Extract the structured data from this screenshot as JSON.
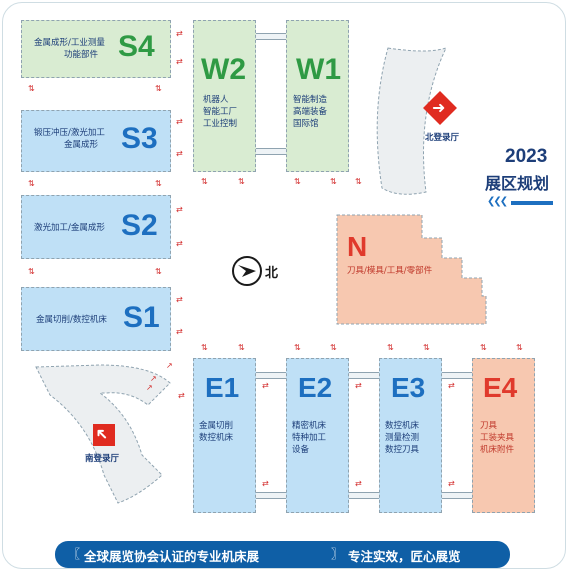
{
  "halls": {
    "s4": {
      "code": "S4",
      "desc_line1": "金属成形/工业测量",
      "desc_line2": "功能部件"
    },
    "s3": {
      "code": "S3",
      "desc_line1": "锻压冲压/激光加工",
      "desc_line2": "金属成形"
    },
    "s2": {
      "code": "S2",
      "desc_line1": "激光加工/金属成形"
    },
    "s1": {
      "code": "S1",
      "desc_line1": "金属切削/数控机床"
    },
    "w2": {
      "code": "W2",
      "desc_line1": "机器人",
      "desc_line2": "智能工厂",
      "desc_line3": "工业控制"
    },
    "w1": {
      "code": "W1",
      "desc_line1": "智能制造",
      "desc_line2": "高端装备",
      "desc_line3": "国际馆"
    },
    "n": {
      "code": "N",
      "desc_line1": "刀具/模具/工具/零部件"
    },
    "e1": {
      "code": "E1",
      "desc_line1": "金属切削",
      "desc_line2": "数控机床"
    },
    "e2": {
      "code": "E2",
      "desc_line1": "精密机床",
      "desc_line2": "特种加工",
      "desc_line3": "设备"
    },
    "e3": {
      "code": "E3",
      "desc_line1": "数控机床",
      "desc_line2": "测量检测",
      "desc_line3": "数控刀具"
    },
    "e4": {
      "code": "E4",
      "desc_line1": "刀具",
      "desc_line2": "工装夹具",
      "desc_line3": "机床附件"
    }
  },
  "lobbies": {
    "north": "北登录厅",
    "south": "南登录厅"
  },
  "compass": {
    "label": "北"
  },
  "title": {
    "year": "2023",
    "subtitle": "展区规划"
  },
  "banner": {
    "open_bracket": "〖",
    "quote": "全球展览协会认证的专业机床展",
    "close_bracket": "〗",
    "slogan": "专注实效，匠心展览"
  },
  "colors": {
    "green_hall": "#d9ecd2",
    "blue_hall": "#bfe0f6",
    "peach_hall": "#f7c8b0",
    "green_code": "#2f9a44",
    "blue_code": "#1d6fc0",
    "red_code": "#e03a2c",
    "banner_bg": "#0f5fa6",
    "lobby_icon": "#e02b20"
  }
}
